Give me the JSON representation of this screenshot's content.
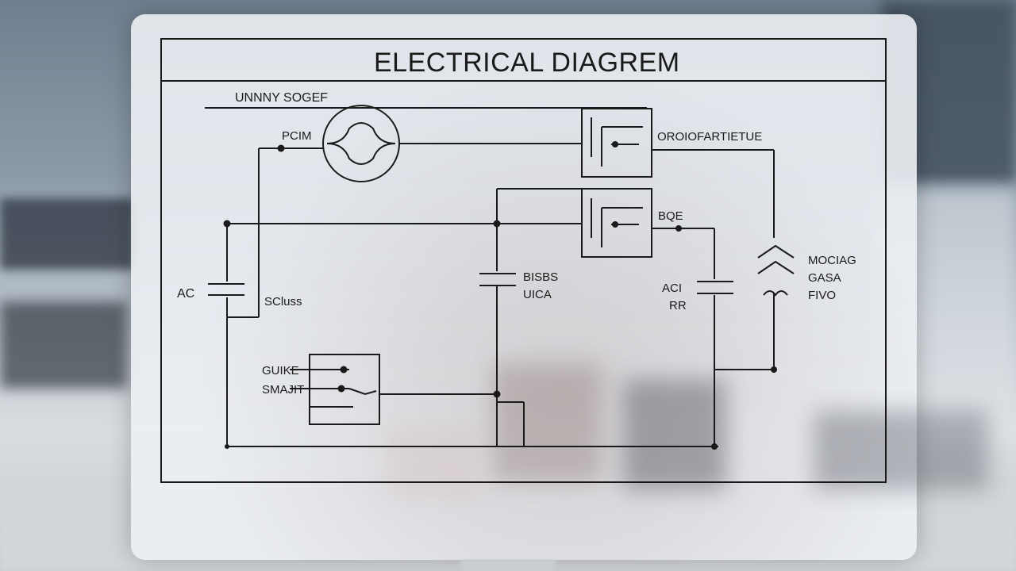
{
  "diagram": {
    "title": "ELECTRICAL  DIAGREM",
    "labels": {
      "unity_source": "UNNNY SOGEF",
      "pcm": "PCIM",
      "ac": "AC",
      "scluss": "SCluss",
      "bisbs": "BISBS",
      "uica": "UICA",
      "guike": "GUIKE",
      "smajit": "SMAJIT",
      "oro_label": "OROIOFARTIETUE",
      "bqe": "BQE",
      "aci": "ACI",
      "rr": "RR",
      "mocag": "MOCIAG",
      "gasa": "GASA",
      "fivo": "FIVO"
    }
  }
}
